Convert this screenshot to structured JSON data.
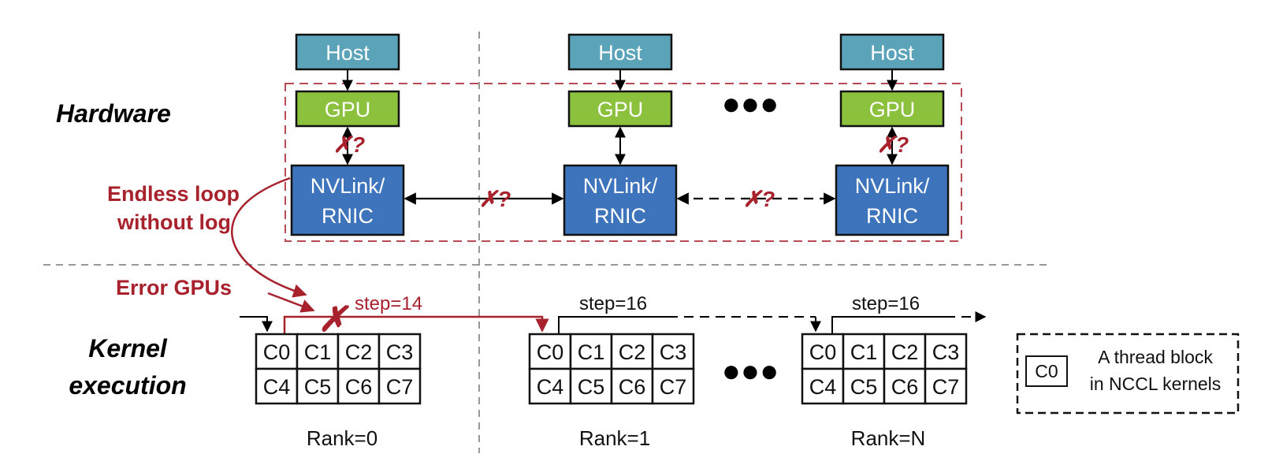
{
  "sections": {
    "hardware": "Hardware",
    "kernel_line1": "Kernel",
    "kernel_line2": "execution"
  },
  "nodes": [
    {
      "host": "Host",
      "gpu": "GPU",
      "nic_line1": "NVLink/",
      "nic_line2": "RNIC",
      "rank": "Rank=0",
      "step": "step=14"
    },
    {
      "host": "Host",
      "gpu": "GPU",
      "nic_line1": "NVLink/",
      "nic_line2": "RNIC",
      "rank": "Rank=1",
      "step": "step=16"
    },
    {
      "host": "Host",
      "gpu": "GPU",
      "nic_line1": "NVLink/",
      "nic_line2": "RNIC",
      "rank": "Rank=N",
      "step": "step=16"
    }
  ],
  "thread_blocks": [
    "C0",
    "C1",
    "C2",
    "C3",
    "C4",
    "C5",
    "C6",
    "C7"
  ],
  "annotations": {
    "endless_loop_line1": "Endless loop",
    "endless_loop_line2": "without log",
    "error_gpus": "Error GPUs",
    "fault_mark": "✗?",
    "error_cross": "✗",
    "ellipsis": "●●●"
  },
  "legend": {
    "cell": "C0",
    "line1": "A thread block",
    "line2": "in NCCL kernels"
  },
  "colors": {
    "host": "#5aa3b8",
    "gpu": "#8bc13c",
    "nic": "#3e74bb",
    "error": "#a8222e",
    "dash_region": "#b84a55"
  }
}
